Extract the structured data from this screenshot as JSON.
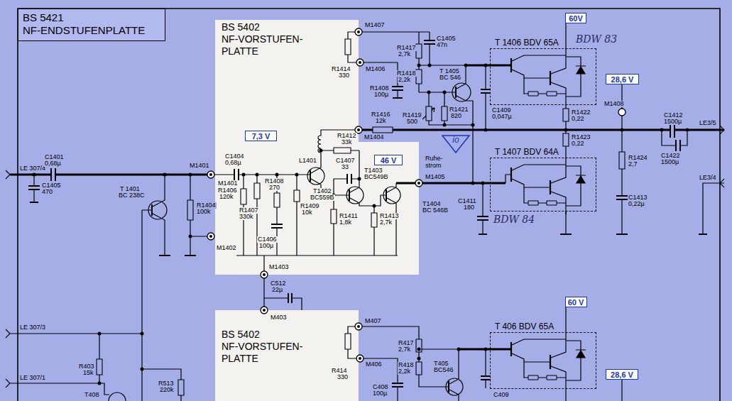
{
  "diagram": {
    "nodes": [
      {
        "text": [
          "BS 5421",
          "NF-ENDSTUFENPLATTE"
        ]
      },
      {
        "text": [
          "BS 5402",
          "NF-VORSTUFEN- PLATTE"
        ]
      },
      {
        "text": [
          "60V"
        ]
      },
      {
        "text": [
          "T 1406 BDV 65A"
        ]
      },
      {
        "text": [
          "28,6 V"
        ]
      },
      {
        "text": [
          "7,3 V"
        ],
        "in": 1
      },
      {
        "text": [
          "46 V"
        ],
        "in": 1
      },
      {
        "text": [
          "io"
        ]
      },
      {
        "text": [
          "T 1407 BDV 64A"
        ]
      },
      {
        "text": [
          "60 V"
        ]
      },
      {
        "text": [
          "BS 5402",
          "NF-VORSTUFEN- PLATTE"
        ]
      },
      {
        "text": [
          "T 406 BDV 65A"
        ]
      },
      {
        "text": [
          "28,6 V"
        ]
      }
    ],
    "edges": [
      {
        "from": 2,
        "to": 3,
        "arrow": "none"
      },
      {
        "from": 3,
        "to": 8,
        "arrow": "none"
      },
      {
        "from": 1,
        "to": 10,
        "arrow": "none"
      },
      {
        "from": 9,
        "to": 11,
        "arrow": "none"
      }
    ],
    "labels": [
      "M1407",
      "R1414",
      "330",
      "M1406",
      "C1405",
      "47n",
      "R1417",
      "2,7k",
      "R1418",
      "2,2k",
      "T 1405",
      "BC 546",
      "BDW 83",
      "R1408",
      "100µ",
      "R1416",
      "12k",
      "R1419",
      "500",
      "R1421",
      "820",
      "C1409",
      "0,047µ",
      "R1422",
      "0,22",
      "M1408",
      "C1412",
      "1500µ",
      "LE3/5",
      "M1404",
      "R1412",
      "33k",
      "R1423",
      "0,22",
      "C1422",
      "1500µ",
      "Ruhe-",
      "strom",
      "R1424",
      "2,7",
      "C1404",
      "0,68µ",
      "L1401",
      "C1407",
      "33",
      "T1403",
      "BC549B",
      "M1405",
      "LE3/4",
      "LE 307/4",
      "C1401",
      "0,68µ",
      "M1401",
      "M1401",
      "R1408",
      "270",
      "C1405",
      "470",
      "T 1401",
      "BC 238C",
      "T1402",
      "BC559B",
      "R1406",
      "120k",
      "R1404",
      "100k",
      "R1409",
      "10k",
      "R1407",
      "330k",
      "R1411",
      "1,8k",
      "R1413",
      "2,7k",
      "T1404",
      "BC 546B",
      "C1411",
      "180",
      "C1413",
      "0,22µ",
      "BDW 84",
      "C1406",
      "100µ",
      "M1402",
      "M1403",
      "C512",
      "22µ",
      "M403",
      "M407",
      "LE 307/3",
      "R417",
      "2,7k",
      "M406",
      "R418",
      "2,2k",
      "T405",
      "BC546",
      "R414",
      "330",
      "R403",
      "15k",
      "LE 307/1",
      "R513",
      "220k",
      "C408",
      "100µ",
      "T408",
      "C409"
    ]
  }
}
